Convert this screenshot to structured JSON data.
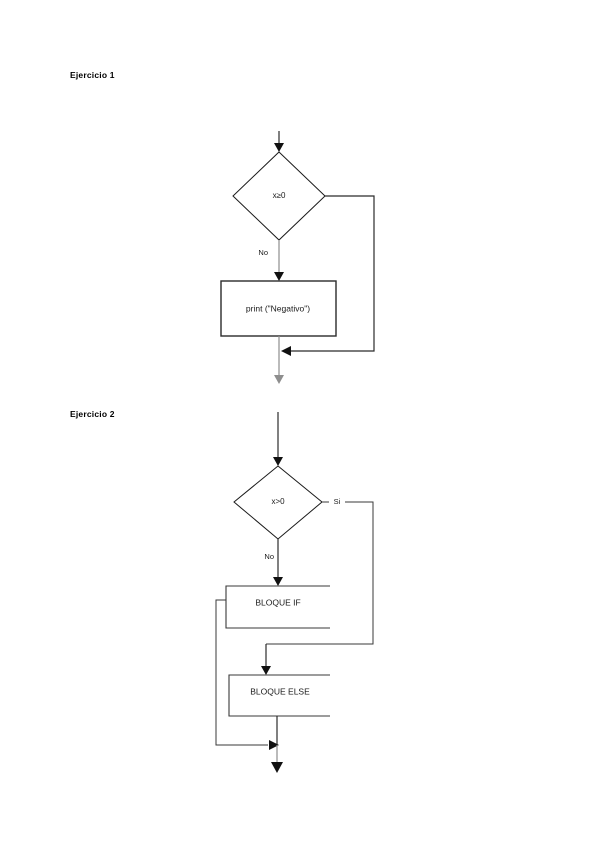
{
  "document": {
    "page_background": "#ffffff",
    "ink_color": "#1a1a1a"
  },
  "sections": [
    {
      "id": "ejercicio-1",
      "title": "Ejercicio 1",
      "diagram": {
        "type": "flowchart",
        "decision": {
          "label": "x≥0",
          "shape": "diamond"
        },
        "branches": [
          {
            "label": "No",
            "direction": "down",
            "target": "print-negativo"
          },
          {
            "label": "",
            "direction": "right",
            "target": "merge-point"
          }
        ],
        "process": {
          "label": "print (\"Negativo\")",
          "shape": "rectangle"
        },
        "exit": {
          "label": "",
          "direction": "down"
        }
      }
    },
    {
      "id": "ejercicio-2",
      "title": "Ejercicio 2",
      "diagram": {
        "type": "flowchart",
        "decision": {
          "label": "x>0",
          "shape": "diamond"
        },
        "branches": [
          {
            "label": "No",
            "direction": "down",
            "target": "bloque-if"
          },
          {
            "label": "Si",
            "direction": "right",
            "target": "bloque-else"
          }
        ],
        "blocks": [
          {
            "id": "bloque-if",
            "label": "BLOQUE IF",
            "shape": "rectangle-open"
          },
          {
            "id": "bloque-else",
            "label": "BLOQUE ELSE",
            "shape": "rectangle-open"
          }
        ],
        "exit": {
          "label": "",
          "direction": "down"
        }
      }
    }
  ]
}
